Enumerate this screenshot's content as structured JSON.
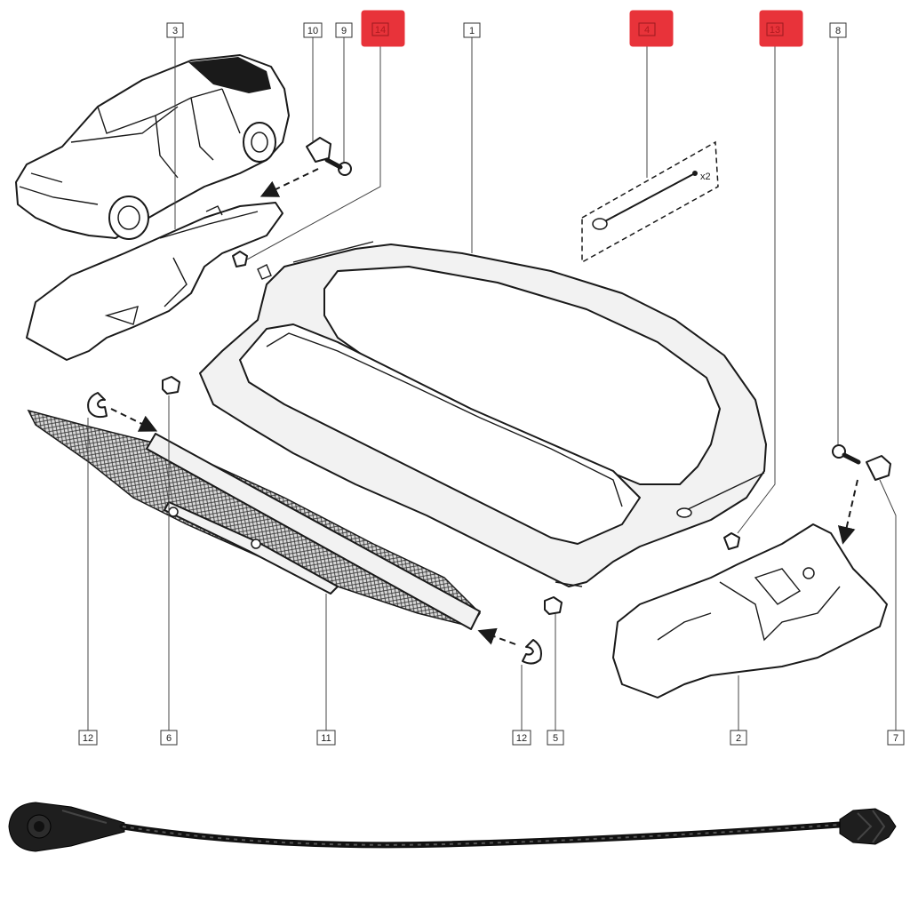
{
  "callouts": [
    {
      "id": "c3",
      "label": "3",
      "highlight": false
    },
    {
      "id": "c10",
      "label": "10",
      "highlight": false
    },
    {
      "id": "c9",
      "label": "9",
      "highlight": false
    },
    {
      "id": "c14",
      "label": "14",
      "highlight": true
    },
    {
      "id": "c1",
      "label": "1",
      "highlight": false
    },
    {
      "id": "c4",
      "label": "4",
      "highlight": true
    },
    {
      "id": "c13",
      "label": "13",
      "highlight": true
    },
    {
      "id": "c8",
      "label": "8",
      "highlight": false
    },
    {
      "id": "c12a",
      "label": "12",
      "highlight": false
    },
    {
      "id": "c6",
      "label": "6",
      "highlight": false
    },
    {
      "id": "c11",
      "label": "11",
      "highlight": false
    },
    {
      "id": "c12b",
      "label": "12",
      "highlight": false
    },
    {
      "id": "c5",
      "label": "5",
      "highlight": false
    },
    {
      "id": "c2",
      "label": "2",
      "highlight": false
    },
    {
      "id": "c7",
      "label": "7",
      "highlight": false
    }
  ],
  "kit_quantity": "x2",
  "colors": {
    "highlight": "#e8333a",
    "line": "#1a1a1a",
    "cord": "#111111"
  },
  "icons": {
    "car": "hatchback-car-illustration",
    "shelf": "parcel-shelf-illustration",
    "cord": "parcel-shelf-cord-photo"
  }
}
